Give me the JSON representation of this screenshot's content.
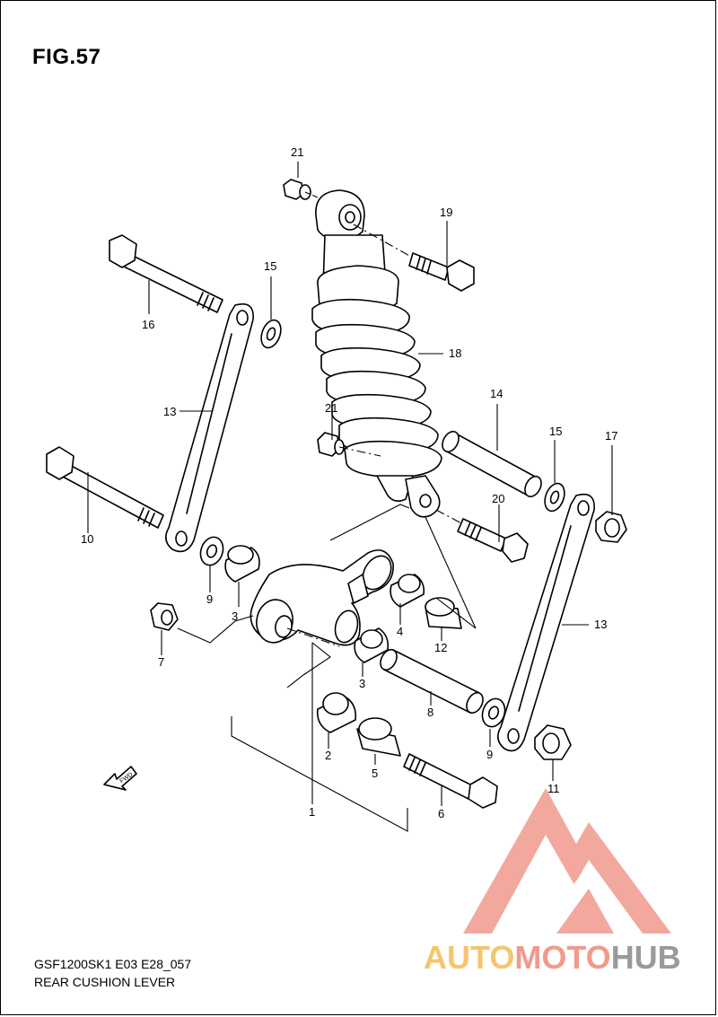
{
  "figure_title": "FIG.57",
  "footer": {
    "model_code": "GSF1200SK1 E03 E28_057",
    "diagram_name": "REAR CUSHION LEVER"
  },
  "fwd_label": "FWD",
  "watermark": {
    "part1": "AUTO",
    "part2": "MOTO",
    "part3": "HUB"
  },
  "colors": {
    "watermark_auto": "#f5c56e",
    "watermark_moto": "#f19a8c",
    "watermark_hub": "#9a9a9a",
    "line": "#000000"
  },
  "callouts": {
    "c21a": "21",
    "c19": "19",
    "c15a": "15",
    "c16": "16",
    "c18": "18",
    "c13a": "13",
    "c14": "14",
    "c21b": "21",
    "c15b": "15",
    "c17": "17",
    "c10": "10",
    "c20": "20",
    "c9a": "9",
    "c3a": "3",
    "c7": "7",
    "c4": "4",
    "c12": "12",
    "c13b": "13",
    "c3b": "3",
    "c8": "8",
    "c2": "2",
    "c9b": "9",
    "c5": "5",
    "c1": "1",
    "c6": "6",
    "c11": "11"
  }
}
